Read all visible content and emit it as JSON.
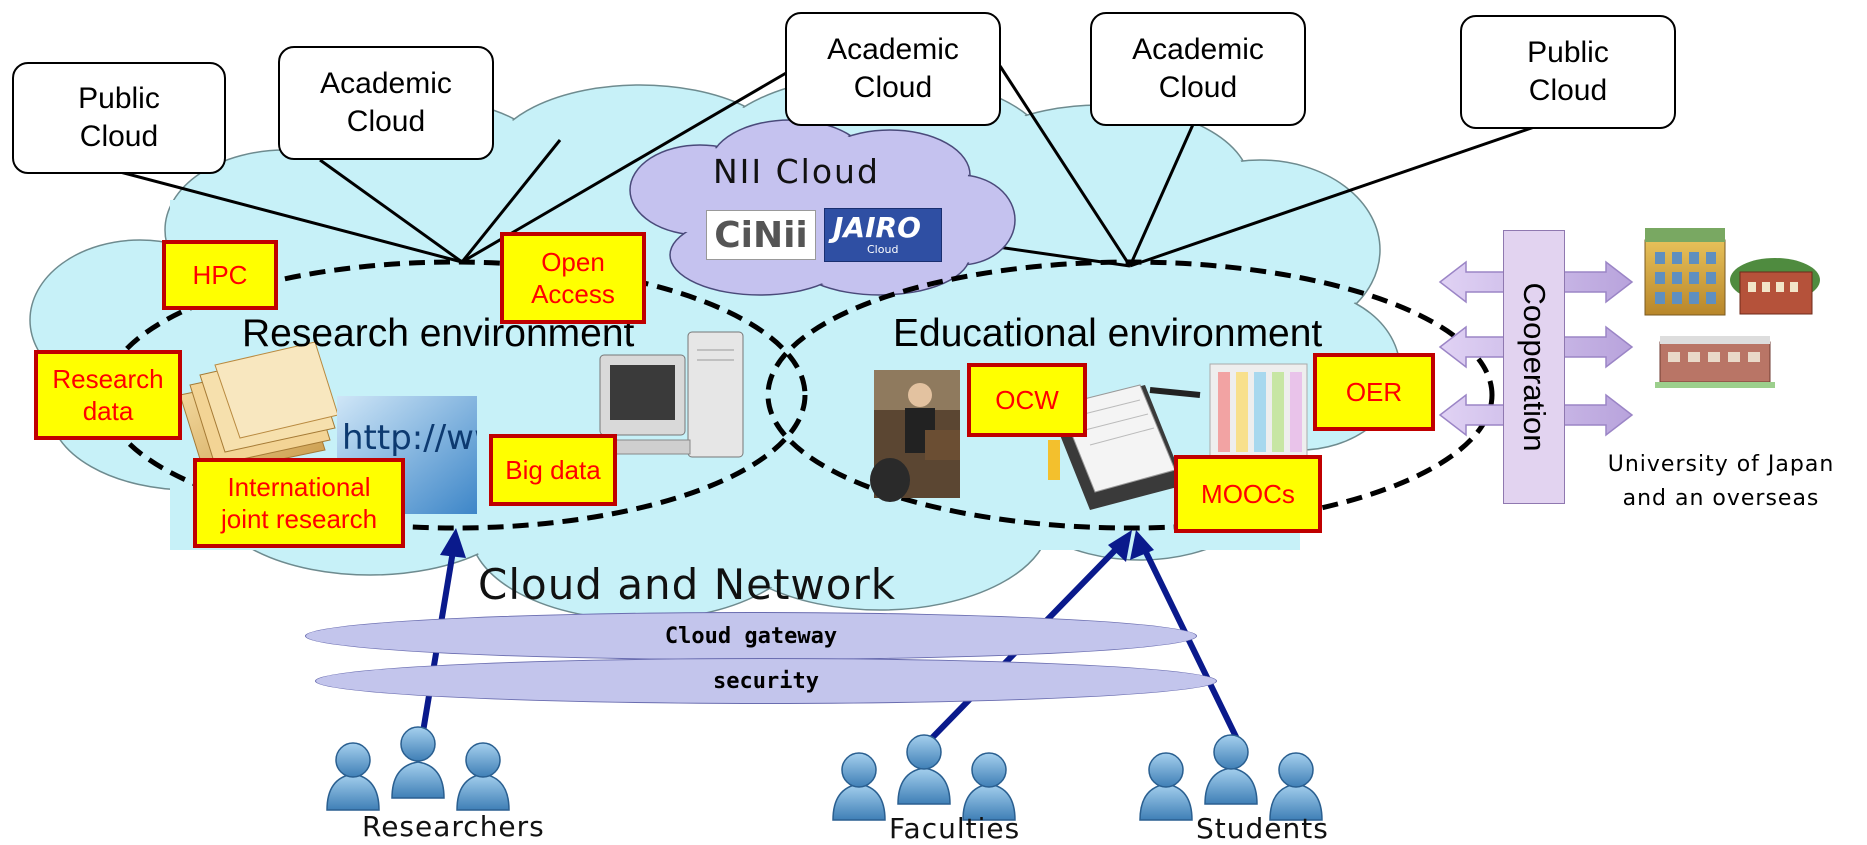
{
  "top_clouds": [
    {
      "id": "public-cloud-left",
      "label": "Public\nCloud"
    },
    {
      "id": "academic-cloud-left",
      "label": "Academic\nCloud"
    },
    {
      "id": "academic-cloud-center",
      "label": "Academic\nCloud"
    },
    {
      "id": "academic-cloud-right",
      "label": "Academic\nCloud"
    },
    {
      "id": "public-cloud-right",
      "label": "Public\nCloud"
    }
  ],
  "nii_cloud": {
    "title": "NII Cloud",
    "logo_cinii": "CiNii",
    "logo_jairo": "JAIRO",
    "logo_jairo_sub": "Cloud"
  },
  "environments": {
    "research": "Research environment",
    "educational": "Educational environment"
  },
  "tags": {
    "hpc": "HPC",
    "open_access": "Open\nAccess",
    "research_data": "Research\ndata",
    "big_data": "Big data",
    "international": "International\njoint research",
    "ocw": "OCW",
    "oer": "OER",
    "moocs": "MOOCs"
  },
  "http_image_text": "http://www",
  "network_title": "Cloud and Network",
  "layers": {
    "gateway": "Cloud gateway",
    "security": "security"
  },
  "groups": {
    "researchers": "Researchers",
    "faculties": "Faculties",
    "students": "Students"
  },
  "cooperation": "Cooperation",
  "university_label": "University of Japan\nand an overseas",
  "colors": {
    "cloud_fill": "#c7f1f8",
    "nii_fill": "#c5c2ef",
    "arrow_blue": "#0a1a8c",
    "tag_fill": "#ffff00",
    "tag_border": "#c00000",
    "pill_fill": "#c3c5ec",
    "coop_fill": "#e2d3f0"
  }
}
